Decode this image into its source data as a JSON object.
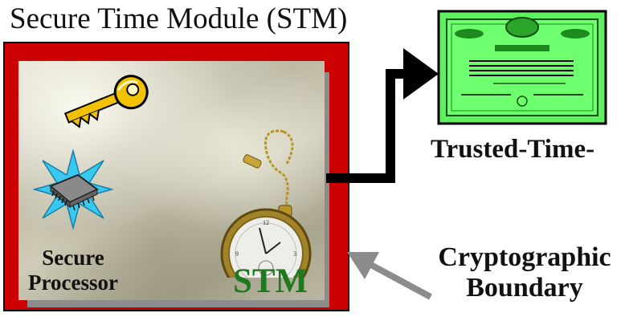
{
  "title": "Secure Time Module (STM)",
  "processor_label_line1": "Secure",
  "processor_label_line2": "Processor",
  "module_label": "STM",
  "certificate_label": "Trusted-Time-",
  "boundary_label_line1": "Cryptographic",
  "boundary_label_line2": "Boundary",
  "colors": {
    "boundary_red": "#cc0000",
    "stm_green": "#1f7a1f",
    "certificate_green": "#66ff66",
    "arrow_gray": "#8c8c8c"
  },
  "icons": [
    "key-icon",
    "processor-chip-icon",
    "pocket-watch-image",
    "certificate-icon"
  ]
}
